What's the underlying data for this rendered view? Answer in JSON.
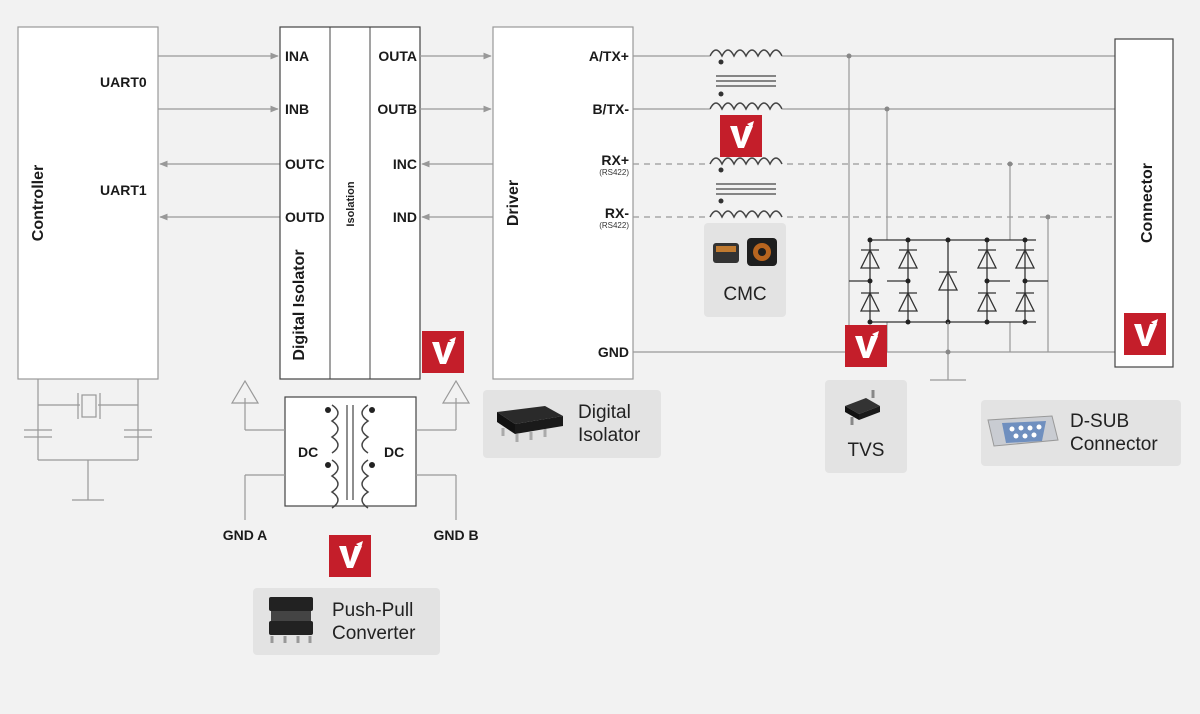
{
  "controller": {
    "label": "Controller",
    "uart0": "UART0",
    "uart1": "UART1"
  },
  "isolator": {
    "label": "Digital Isolator",
    "barrier": "Isolation",
    "pins_left": [
      "INA",
      "INB",
      "OUTC",
      "OUTD"
    ],
    "pins_right": [
      "OUTA",
      "OUTB",
      "INC",
      "IND"
    ]
  },
  "driver": {
    "label": "Driver",
    "pins": [
      "A/TX+",
      "B/TX-",
      "RX+",
      "RX-",
      "GND"
    ],
    "pin_notes": [
      "",
      "",
      "(RS422)",
      "(RS422)",
      ""
    ]
  },
  "connector": {
    "label": "Connector"
  },
  "power": {
    "dc_left": "DC",
    "dc_right": "DC",
    "gnd_a": "GND A",
    "gnd_b": "GND B"
  },
  "cards": {
    "cmc": "CMC",
    "tvs": "TVS",
    "isolator_line1": "Digital",
    "isolator_line2": "Isolator",
    "dsub_line1": "D-SUB",
    "dsub_line2": "Connector",
    "pushpull_line1": "Push-Pull",
    "pushpull_line2": "Converter"
  },
  "brand": {
    "color": "#c41e2a",
    "glyph": "V",
    "icon": "vishay-logo-icon"
  },
  "colors": {
    "wire": "#999999",
    "box_stroke": "#444444",
    "card": "#e3e3e3"
  }
}
